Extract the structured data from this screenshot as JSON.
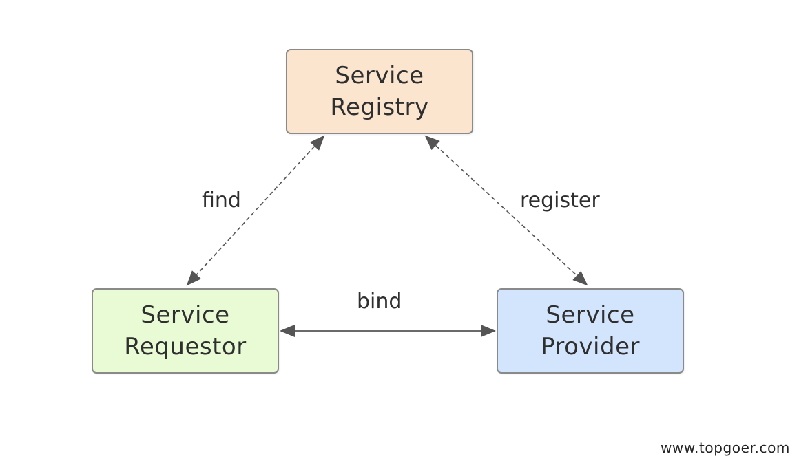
{
  "nodes": {
    "registry": {
      "line1": "Service",
      "line2": "Registry"
    },
    "requestor": {
      "line1": "Service",
      "line2": "Requestor"
    },
    "provider": {
      "line1": "Service",
      "line2": "Provider"
    }
  },
  "edges": {
    "find": "find",
    "register": "register",
    "bind": "bind"
  },
  "watermark": "www.topgoer.com",
  "colors": {
    "registry_fill": "#fbe5cf",
    "requestor_fill": "#e9fbd4",
    "provider_fill": "#d3e5fc",
    "border": "#8a8a8a",
    "arrow": "#555555"
  }
}
